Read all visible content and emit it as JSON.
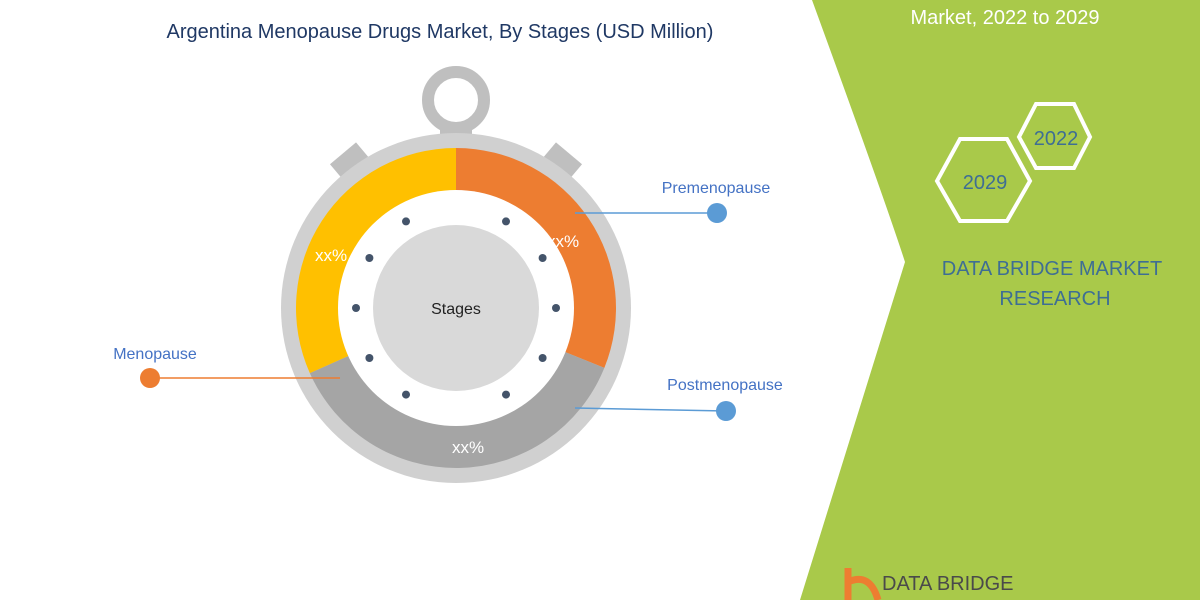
{
  "title": "Argentina Menopause Drugs Market, By Stages (USD Million)",
  "side_title": "Market, 2022 to 2029",
  "center_label": "Stages",
  "segments": [
    {
      "name": "Premenopause",
      "label": "xx%",
      "color": "#ED7D31"
    },
    {
      "name": "Postmenopause",
      "label": "xx%",
      "color": "#A5A5A5"
    },
    {
      "name": "Menopause",
      "label": "xx%",
      "color": "#FFC000"
    }
  ],
  "years": {
    "start": "2022",
    "end": "2029"
  },
  "brand": "DATA BRIDGE MARKET RESEARCH",
  "brand_line1": "DATA BRIDGE MARKET",
  "brand_line2": "RESEARCH",
  "logo_text": "DATA BRIDGE",
  "colors": {
    "green": "#A9C94A",
    "label_blue": "#4472C4",
    "dot_blue": "#5B9BD5",
    "dot_orange": "#ED7D31"
  }
}
